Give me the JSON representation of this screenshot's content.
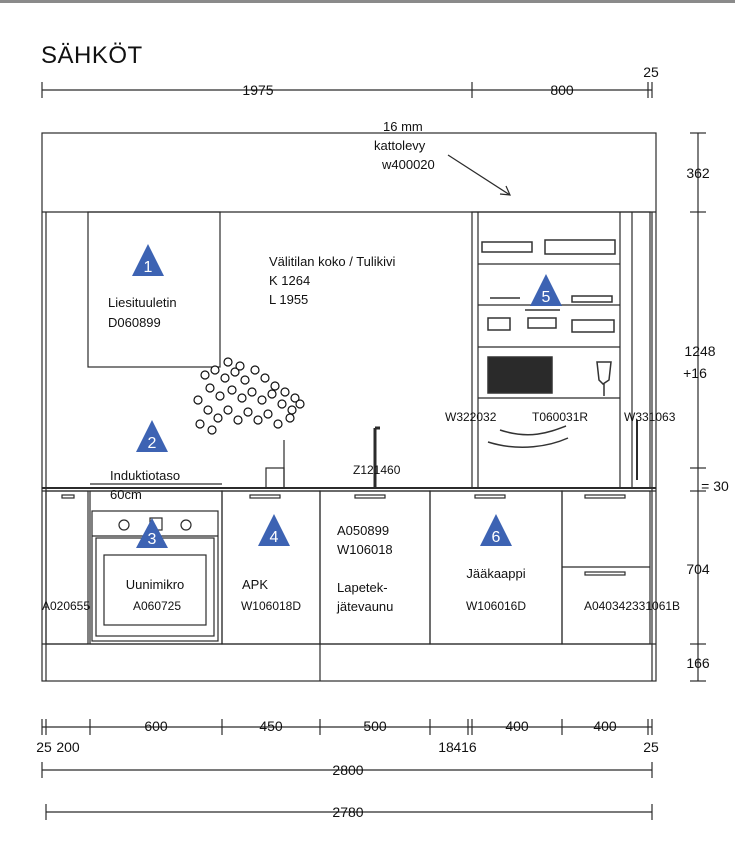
{
  "title": "SÄHKÖT",
  "colors": {
    "line": "#2b2b2b",
    "marker": "#3d63b3",
    "marker_text": "#ffffff"
  },
  "top_dimensions": [
    "1975",
    "800",
    "25"
  ],
  "right_dimensions": [
    "362",
    "1248",
    "+16",
    "= 30",
    "704",
    "166"
  ],
  "bottom_dimensions": [
    "600",
    "450",
    "500",
    "400",
    "400"
  ],
  "bottom_sub_labels": [
    "25",
    "200",
    "18",
    "416",
    "25"
  ],
  "bottom_totals": [
    "2800",
    "2780"
  ],
  "note": {
    "line1": "16 mm",
    "line2": "kattolevy",
    "line3": "w400020"
  },
  "wall_space": {
    "line1": "Välitilan koko / Tulikivi",
    "line2": "K 1264",
    "line3": "L 1955"
  },
  "markers": [
    "1",
    "2",
    "3",
    "4",
    "5",
    "6"
  ],
  "hood": {
    "name": "Liesituuletin",
    "code": "D060899"
  },
  "cooktop": {
    "name": "Induktiotaso",
    "size": "60cm"
  },
  "oven": {
    "name": "Uunimikro",
    "code": "A060725"
  },
  "dishwasher": {
    "name": "APK",
    "code": "W106018D"
  },
  "sink_unit": {
    "code1": "A050899",
    "code2": "W106018",
    "name_line1": "Lapetek-",
    "name_line2": "jätevaunu"
  },
  "faucet_code": "Z121460",
  "fridge": {
    "name": "Jääkaappi",
    "code": "W106016D"
  },
  "left_panel_code": "A020655",
  "drawer_codes": "A040342331061B",
  "cabinet_codes": [
    "W322032",
    "T060031R",
    "W331063"
  ]
}
